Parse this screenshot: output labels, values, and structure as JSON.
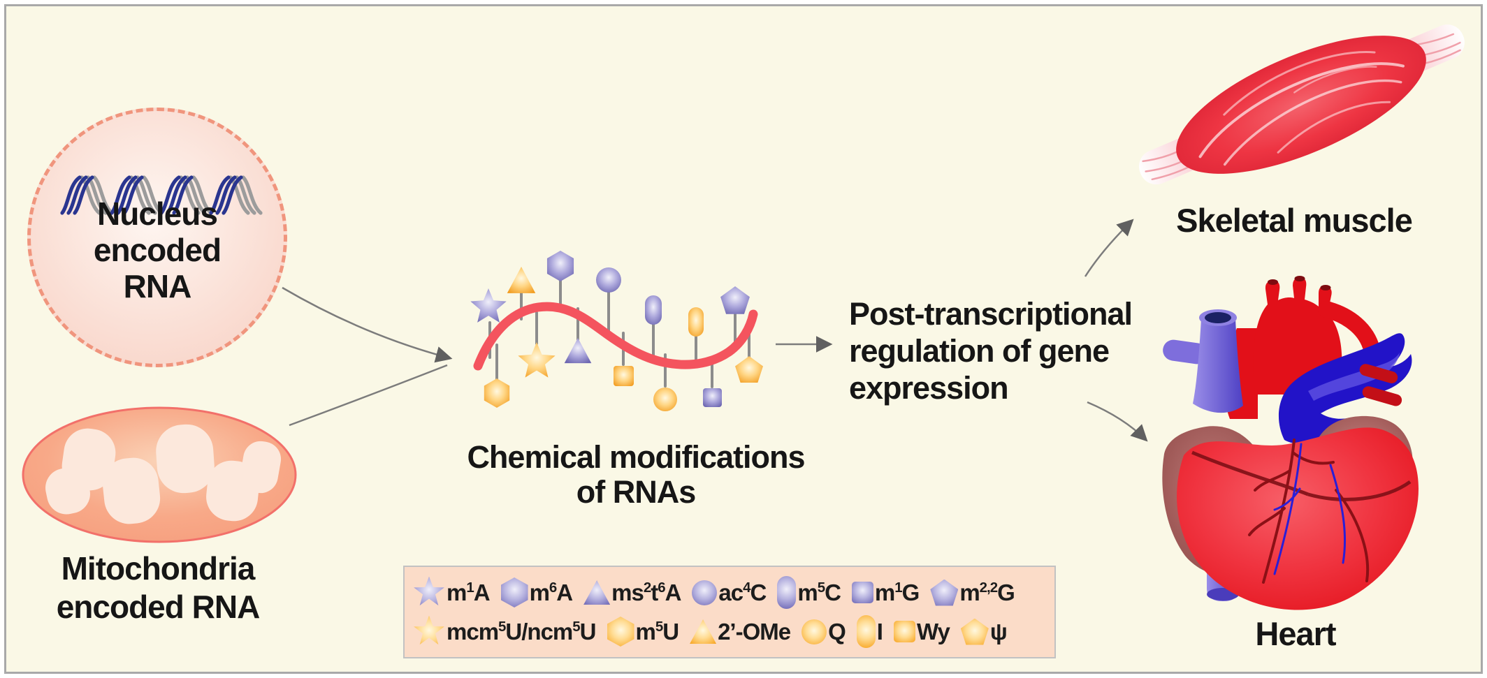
{
  "figure": {
    "type": "scientific-diagram",
    "topic": "RNA chemical modifications regulating gene expression in skeletal muscle and heart"
  },
  "nucleus": {
    "label_lines": [
      "Nucleus",
      "encoded",
      "RNA"
    ]
  },
  "mitochondria": {
    "label_lines": [
      "Mitochondria",
      "encoded RNA"
    ]
  },
  "rna": {
    "caption_lines": [
      "Chemical modifications",
      "of RNAs"
    ]
  },
  "post": {
    "lines": [
      "Post-transcriptional",
      "regulation of gene",
      "expression"
    ]
  },
  "skeletal_muscle": {
    "label": "Skeletal muscle"
  },
  "heart": {
    "label": "Heart"
  },
  "colors": {
    "background": "#FAF8E6",
    "frame_border": "#A9A9A9",
    "legend_background": "#FBDCC8",
    "rna_strand_red": "#F4545E",
    "modification_purple": "#7B75BD",
    "modification_orange": "#F9AE33",
    "arrow_gray": "#7C7C7C",
    "dna_blue": "#2A3590",
    "dna_gray": "#9C9C9C",
    "nucleus_pink": "#F7CFC2",
    "mitochondria_salmon": "#F59B7B",
    "muscle_red": "#EE3543",
    "heart_red": "#E21019",
    "vessel_blue": "#2213C8"
  },
  "legend": {
    "rows": [
      [
        {
          "id": "m1A",
          "shape": "star",
          "color": "purple",
          "label": [
            {
              "t": "m"
            },
            {
              "t": "1",
              "sup": true
            },
            {
              "t": "A"
            }
          ]
        },
        {
          "id": "m6A",
          "shape": "hexagon",
          "color": "purple",
          "label": [
            {
              "t": "m"
            },
            {
              "t": "6",
              "sup": true
            },
            {
              "t": "A"
            }
          ]
        },
        {
          "id": "ms2t6A",
          "shape": "triangle",
          "color": "purple",
          "label": [
            {
              "t": "ms"
            },
            {
              "t": "2",
              "sup": true
            },
            {
              "t": "t"
            },
            {
              "t": "6",
              "sup": true
            },
            {
              "t": "A"
            }
          ]
        },
        {
          "id": "ac4C",
          "shape": "circle",
          "color": "purple",
          "label": [
            {
              "t": "ac"
            },
            {
              "t": "4",
              "sup": true
            },
            {
              "t": "C"
            }
          ]
        },
        {
          "id": "m5C",
          "shape": "capsule",
          "color": "purple",
          "label": [
            {
              "t": "m"
            },
            {
              "t": "5",
              "sup": true
            },
            {
              "t": "C"
            }
          ]
        },
        {
          "id": "m1G",
          "shape": "square",
          "color": "purple",
          "label": [
            {
              "t": "m"
            },
            {
              "t": "1",
              "sup": true
            },
            {
              "t": "G"
            }
          ]
        },
        {
          "id": "m22G",
          "shape": "pentagon",
          "color": "purple",
          "label": [
            {
              "t": "m"
            },
            {
              "t": "2,2",
              "sup": true
            },
            {
              "t": "G"
            }
          ]
        }
      ],
      [
        {
          "id": "mcm5U-ncm5U",
          "shape": "star",
          "color": "orange",
          "label": [
            {
              "t": "mcm"
            },
            {
              "t": "5",
              "sup": true
            },
            {
              "t": "U/ncm"
            },
            {
              "t": "5",
              "sup": true
            },
            {
              "t": "U"
            }
          ]
        },
        {
          "id": "m5U",
          "shape": "hexagon",
          "color": "orange",
          "label": [
            {
              "t": "m"
            },
            {
              "t": "5",
              "sup": true
            },
            {
              "t": "U"
            }
          ]
        },
        {
          "id": "2-OMe",
          "shape": "triangle",
          "color": "orange",
          "label": [
            {
              "t": "2’-OMe"
            }
          ]
        },
        {
          "id": "Q",
          "shape": "circle",
          "color": "orange",
          "label": [
            {
              "t": "Q"
            }
          ]
        },
        {
          "id": "I",
          "shape": "capsule",
          "color": "orange",
          "label": [
            {
              "t": "I"
            }
          ]
        },
        {
          "id": "Wy",
          "shape": "square",
          "color": "orange",
          "label": [
            {
              "t": "Wy"
            }
          ]
        },
        {
          "id": "psi",
          "shape": "pentagon",
          "color": "orange",
          "label": [
            {
              "t": "ψ"
            }
          ]
        }
      ]
    ]
  }
}
